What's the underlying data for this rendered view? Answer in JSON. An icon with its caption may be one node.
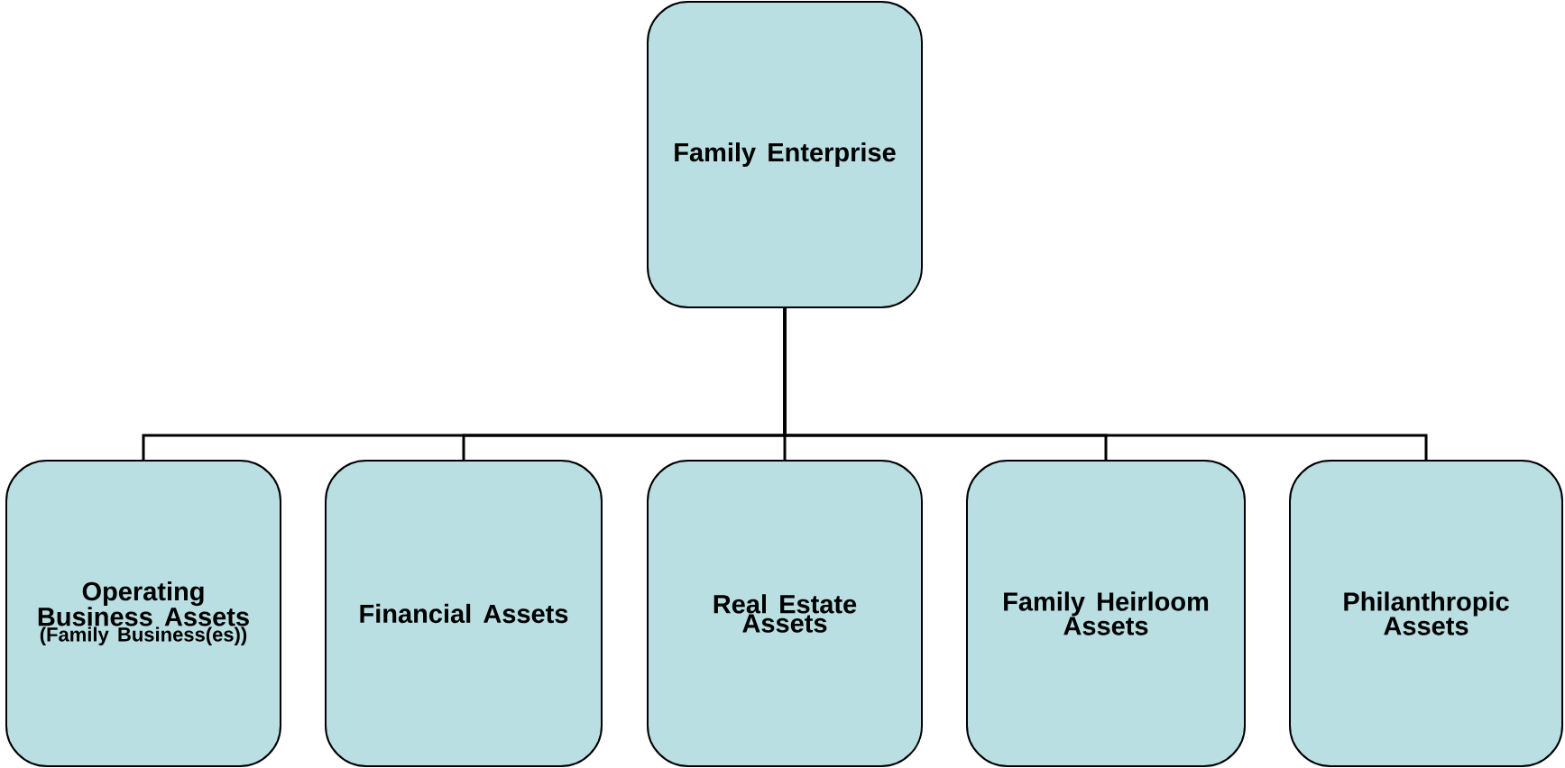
{
  "diagram": {
    "nodes": [
      {
        "text": [
          "Family Enterprise"
        ]
      },
      {
        "text": [
          "Operating Business Assets",
          "(Family Business(es))"
        ]
      },
      {
        "text": [
          "Financial Assets"
        ]
      },
      {
        "text": [
          "Real Estate Assets"
        ]
      },
      {
        "text": [
          "Family Heirloom Assets"
        ]
      },
      {
        "text": [
          "Philanthropic Assets"
        ]
      }
    ],
    "edges": [
      {
        "from": 0,
        "to": 1,
        "arrow": "none"
      },
      {
        "from": 0,
        "to": 2,
        "arrow": "none"
      },
      {
        "from": 0,
        "to": 3,
        "arrow": "none"
      },
      {
        "from": 0,
        "to": 4,
        "arrow": "none"
      },
      {
        "from": 0,
        "to": 5,
        "arrow": "none"
      }
    ]
  }
}
